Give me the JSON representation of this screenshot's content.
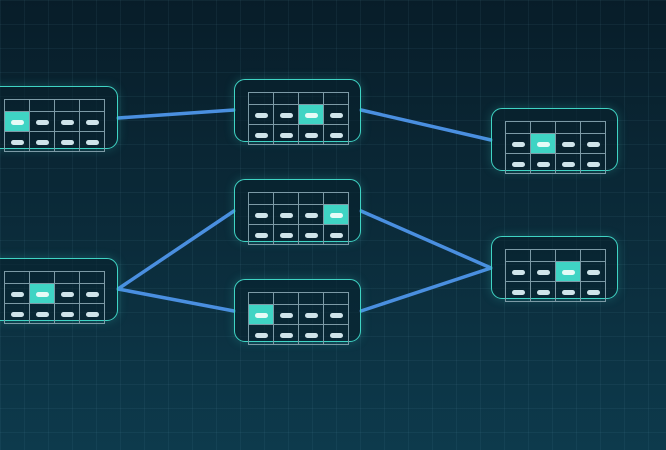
{
  "theme": {
    "edge_color": "#4a8fe0",
    "node_border": "#3fd4c4",
    "highlight_cell": "#3fd4c4",
    "cell_pill": "#cfe4ea"
  },
  "nodes": [
    {
      "id": "n1",
      "highlight": {
        "row": 1,
        "col": 0
      }
    },
    {
      "id": "n2",
      "highlight": {
        "row": 1,
        "col": 2
      }
    },
    {
      "id": "n3",
      "highlight": {
        "row": 1,
        "col": 1
      }
    },
    {
      "id": "n4",
      "highlight": {
        "row": 1,
        "col": 3
      }
    },
    {
      "id": "n5",
      "highlight": {
        "row": 1,
        "col": 1
      }
    },
    {
      "id": "n6",
      "highlight": {
        "row": 1,
        "col": 0
      }
    },
    {
      "id": "n7",
      "highlight": {
        "row": 1,
        "col": 2
      }
    }
  ],
  "edges": [
    {
      "from": "n1",
      "to": "n2"
    },
    {
      "from": "n2",
      "to": "n3"
    },
    {
      "from": "n5",
      "to": "n4"
    },
    {
      "from": "n5",
      "to": "n6"
    },
    {
      "from": "n4",
      "to": "n7"
    },
    {
      "from": "n6",
      "to": "n7"
    }
  ]
}
